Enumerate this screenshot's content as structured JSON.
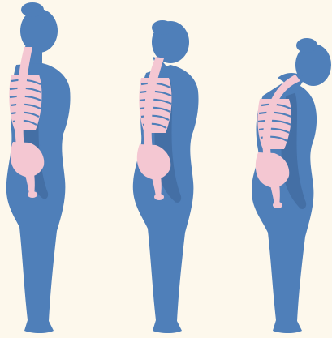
{
  "colors": {
    "background": "#fdf8ec",
    "body": "#4f7fb9",
    "body_shadow": "#446fa5",
    "skeleton": "#f4c7d2",
    "skeleton_line": "#4f7fb9"
  },
  "figures": [
    {
      "name": "upright-posture",
      "tilt_deg": 0,
      "stoop": 0,
      "scale": 1.0
    },
    {
      "name": "slight-stoop-posture",
      "tilt_deg": 6,
      "stoop": 0.4,
      "scale": 0.97
    },
    {
      "name": "pronounced-stoop-posture",
      "tilt_deg": 14,
      "stoop": 1.0,
      "scale": 0.93
    }
  ]
}
